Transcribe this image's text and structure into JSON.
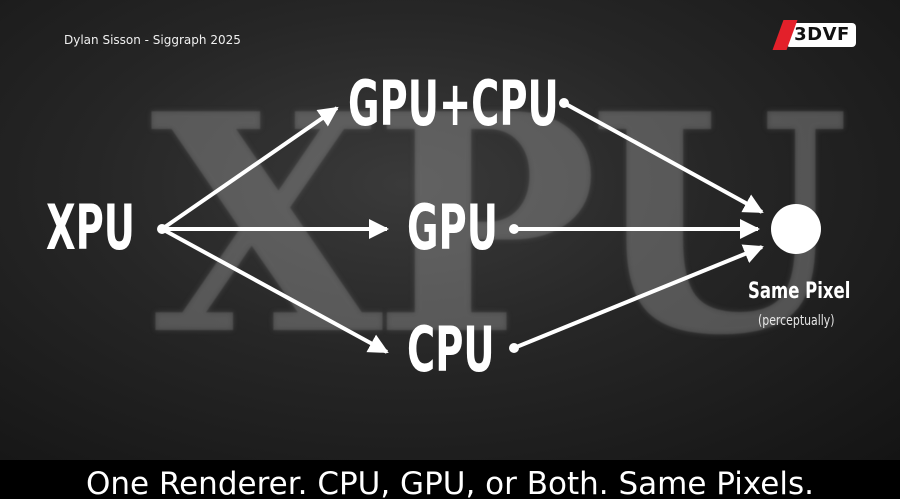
{
  "slide": {
    "author": "Dylan Sisson - Siggraph 2025",
    "watermark": "XPU",
    "logo": "3DVF"
  },
  "diagram": {
    "source": "XPU",
    "paths": [
      "GPU+CPU",
      "GPU",
      "CPU"
    ],
    "target": "Same Pixel",
    "target_note": "(perceptually)"
  },
  "caption": "One Renderer. CPU, GPU, or Both. Same Pixels.",
  "colors": {
    "background": "#262626",
    "foreground": "#ffffff",
    "logo_accent": "#e3202a"
  }
}
